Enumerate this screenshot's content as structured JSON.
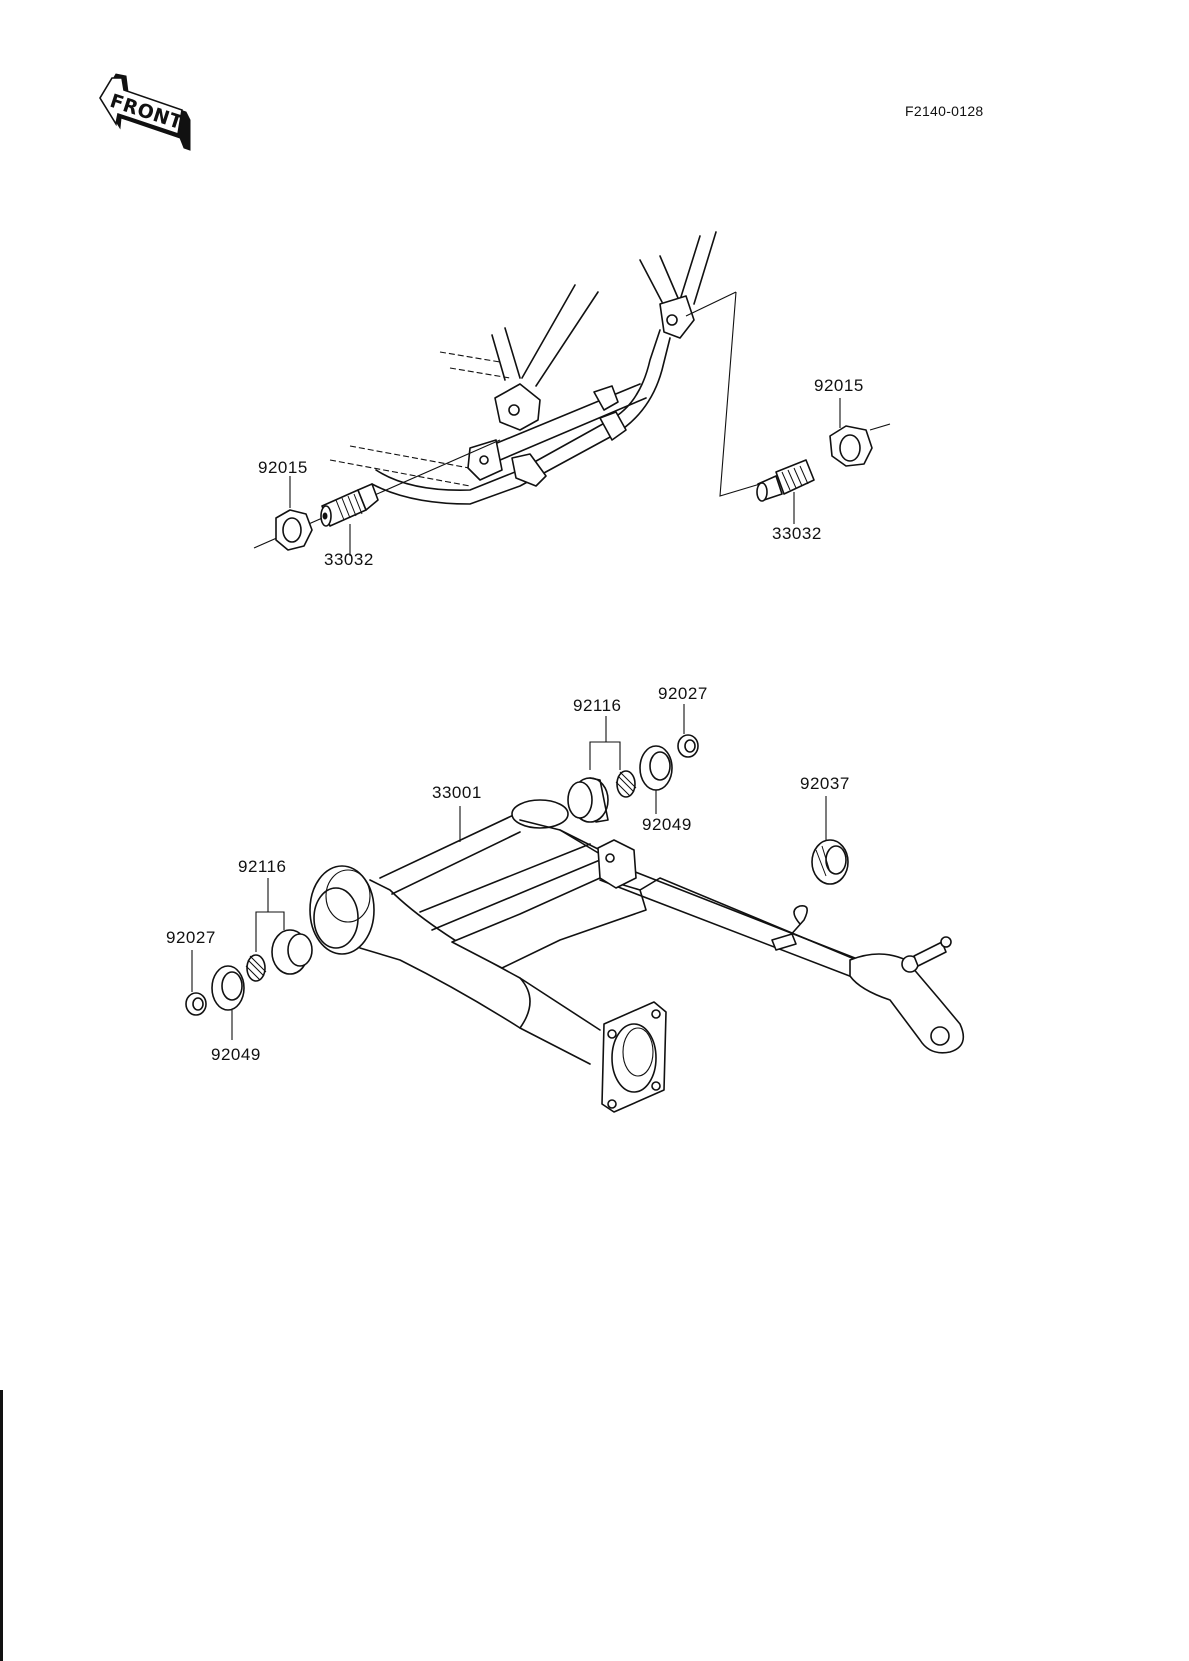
{
  "header": {
    "front_label": "FRONT",
    "figure_ref": "F2140-0128"
  },
  "upper_assembly": {
    "parts": [
      {
        "part_no": "92015",
        "side": "left",
        "kind": "nut"
      },
      {
        "part_no": "33032",
        "side": "left",
        "kind": "pivot-adjuster"
      },
      {
        "part_no": "92015",
        "side": "right",
        "kind": "nut"
      },
      {
        "part_no": "33032",
        "side": "right",
        "kind": "pivot-adjuster"
      }
    ]
  },
  "lower_assembly": {
    "parts": [
      {
        "part_no": "33001",
        "kind": "swing-arm"
      },
      {
        "part_no": "92116",
        "side": "right",
        "kind": "bearing-set"
      },
      {
        "part_no": "92027",
        "side": "right",
        "kind": "seal"
      },
      {
        "part_no": "92049",
        "side": "right",
        "kind": "oil-seal"
      },
      {
        "part_no": "92037",
        "kind": "seal"
      },
      {
        "part_no": "92116",
        "side": "left",
        "kind": "bearing-set"
      },
      {
        "part_no": "92027",
        "side": "left",
        "kind": "seal"
      },
      {
        "part_no": "92049",
        "side": "left",
        "kind": "oil-seal"
      }
    ]
  }
}
